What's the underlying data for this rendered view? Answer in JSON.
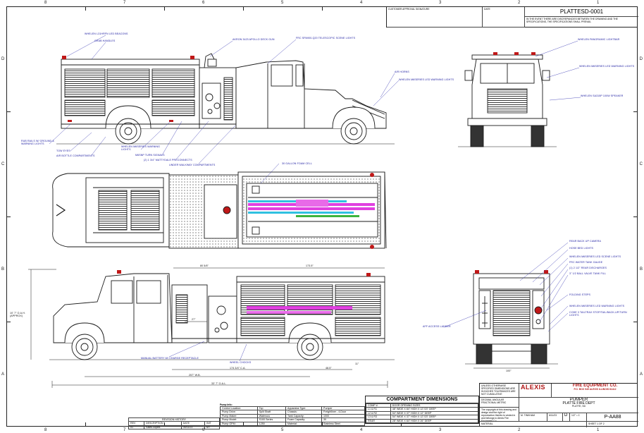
{
  "title_block": {
    "customer_approval_label": "CUSTOMER APPROVAL SIGNATURE",
    "date_label": "DATE",
    "drawing_number_top": "PLATTESD-0001",
    "discrepancy_note": "IN THE EVENT THERE ARE DISCREPANCIES BETWEEN THE DRAWING AND THE SPECIFICATIONS, THE SPECIFICATIONS SHALL PREVAIL",
    "company_name": "FIRE EQUIPMENT CO.",
    "company_logo": "ALEXIS",
    "company_address": "P.O. BOX 549 ALEXIS ILLINOIS 61412",
    "product": "PUMPER",
    "customer": "PLATTE FIRE DEPT",
    "location": "PLATTE, SD",
    "drawn_by": "M. TINKHAM",
    "date": "6/11/23",
    "size": "D",
    "scale": "1/2\" = 1'",
    "dwg_no": "P-AA88",
    "sheet_label": "SHEET",
    "sheet": "1",
    "of_label": "OF",
    "of_total": "2",
    "material_label": "MATERIAL",
    "tolerance_note": "UNLESS OTHERWISE SPECIFIED DIMENSIONS ARE IN INCHES TOLERANCES ARE NOT CUMULATIVE",
    "decimal_label": "DECIMAL",
    "angular_label": "ANGULAR",
    "fractional_label": "FRACTIONAL",
    "metric_label": "METRIC",
    "copyright_note": "The copyright of this drawing and design and the right of reproduction thereto is vested in and belongs to Alexis Fire Equipment Co."
  },
  "zones": {
    "columns": [
      "8",
      "7",
      "6",
      "5",
      "4",
      "3",
      "2",
      "1"
    ],
    "rows": [
      "D",
      "C",
      "B",
      "A"
    ]
  },
  "pump_info": {
    "heading": "Pump Info:",
    "rows": [
      [
        "Control Location:",
        "Top",
        "Apparatus Type:",
        "Pumper"
      ],
      [
        "Pump Drive:",
        "Split Shaft",
        "Chassis:",
        "Freightliner - 4-Door"
      ],
      [
        "Pump Maker:",
        "Waterous",
        "Tank Capacity:",
        "1000"
      ],
      [
        "Pump Model:",
        "S100 Series",
        "Foam Capacity:",
        "30"
      ],
      [
        "Pump GPM:",
        "1250",
        "Material:",
        "Stainless Steel"
      ]
    ]
  },
  "revision_history": {
    "heading": "REVISION HISTORY",
    "columns": [
      "REV",
      "DESCRIPTION",
      "DATE",
      "INIT"
    ],
    "rows": [
      [
        "01",
        "Sales copies",
        "04/11/23",
        "MT"
      ]
    ]
  },
  "compartment_dimensions": {
    "heading": "COMPARTMENT DIMENSIONS",
    "col_comp": "COMP #",
    "col_sizes": "DOOR OPENING SIZES",
    "rows": [
      [
        "L1 & R1",
        "48\" WIDE X 84\" HIGH X 12\"/23\" DEEP"
      ],
      [
        "L2 & R2",
        "54\" WIDE X 37\" HIGH X 12\" DEEP"
      ],
      [
        "L3 & R3",
        "54\" WIDE X 37\" HIGH X 12\"/23\" DEEP"
      ],
      [
        "REAR",
        "28\" WIDE X 84\" HIGH X 26\" DEEP"
      ]
    ]
  },
  "callouts": {
    "side_top": [
      "WHELEN L31HRFN LED BEACONS",
      "GRAB HANDLES",
      "AKRON 3423 APOLLO DECK GUN",
      "FRC SPA900-Q20 TELESCOPIC SCENE LIGHTS",
      "AIR HORNS",
      "WHELEN M6SERIES LED WARNING LIGHTS"
    ],
    "side_bottom": [
      "RUB RAILS W/ GROUND & WARNING LIGHTS",
      "TOW EYES",
      "AIR BOTTLE COMPARTMENTS",
      "WHELEN M6SERIES WARNING LIGHTS",
      "M6SNP TURN SIGNALS",
      "(2) 1 3/4\" MATTYDALE PRECONNECTS",
      "UNDER WALKWAY COMPARTMENTS"
    ],
    "front": [
      "WHELEN PANORAMIC LIGHTBAR",
      "WHELEN M6SERIES LED WARNING LIGHTS",
      "WHELEN SA315P 100W SPEAKER"
    ],
    "top_view": [
      "30 GALLON FOAM CELL"
    ],
    "rear": [
      "REAR BACK UP CAMERA",
      "HOSE BED LIGHTS",
      "WHELEN M6SERIES LED SCENE LIGHTS",
      "FRC WATER TANK GAUGE",
      "(1) 2 1/2\" REAR DISCHARGES",
      "3\" 1/2 BALL VALVE TANK FILL",
      "FOLDING STEPS",
      "WHELEN M6SERIES LED WARNING LIGHTS",
      "CODE 3 TAILTRAX STOP/TAIL/BACK-UP/TURN LIGHTS",
      "AFF ACCESS LADDER"
    ],
    "curb": [
      "MANUAL BATTERY W/ CHARGE RECEPTACLE",
      "WHEEL CHOCKS"
    ]
  },
  "dimensions": {
    "overall_height": "10' 7\" O.A.H. (APPROX)",
    "dim_top_left": "80 5/8\"",
    "dim_top_right": "173.5\"",
    "dim_pump": "27\"",
    "dim_body": "174 3/4\" C.A.",
    "dim_wheelbase": "257\" W.B.",
    "dim_overall_length": "33' 7\" O.A.L.",
    "dim_rear_overhang": "48.5\"",
    "dim_ground": "11\"",
    "dim_rear_width": "100\""
  },
  "colors": {
    "line": "#1a1a1a",
    "callout": "#1a1aa0",
    "magenta": "#e040e0",
    "cyan": "#30c0e0",
    "red": "#c01818"
  }
}
